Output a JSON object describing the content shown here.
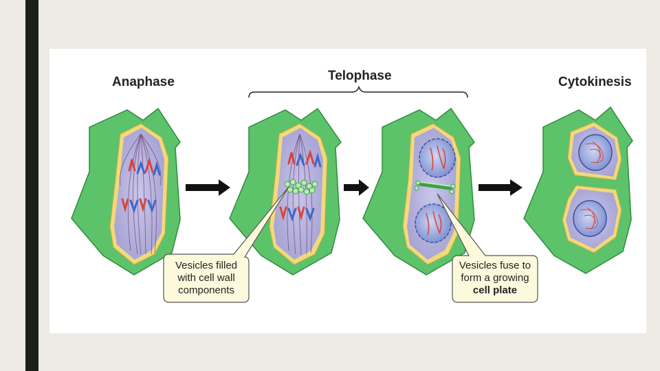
{
  "stages": {
    "anaphase": "Anaphase",
    "telophase": "Telophase",
    "cytokinesis": "Cytokinesis"
  },
  "callouts": {
    "vesicles_filled": [
      "Vesicles filled",
      "with cell wall",
      "components"
    ],
    "vesicles_fuse": [
      "Vesicles fuse to",
      "form a growing"
    ],
    "cell_plate": "cell plate"
  },
  "colors": {
    "cell_wall": "#5cc36a",
    "cell_wall_dark": "#2f8a3e",
    "membrane": "#f2d97a",
    "cytoplasm": "#b6b3dc",
    "nucleus": "#8fa0d8",
    "chromosome_red": "#d9443c",
    "chromosome_blue": "#3f66c8",
    "callout_bg": "#fdf9dc"
  }
}
